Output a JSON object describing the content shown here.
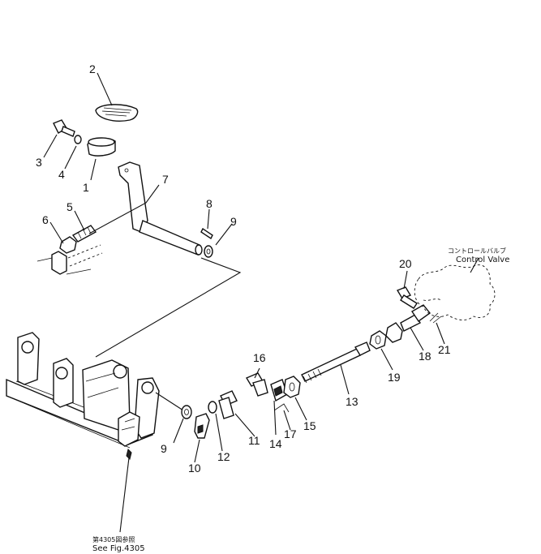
{
  "callouts": [
    {
      "id": "c1",
      "text": "1"
    },
    {
      "id": "c2",
      "text": "2"
    },
    {
      "id": "c3",
      "text": "3"
    },
    {
      "id": "c4",
      "text": "4"
    },
    {
      "id": "c5",
      "text": "5"
    },
    {
      "id": "c6",
      "text": "6"
    },
    {
      "id": "c7",
      "text": "7"
    },
    {
      "id": "c8",
      "text": "8"
    },
    {
      "id": "c9a",
      "text": "9"
    },
    {
      "id": "c9b",
      "text": "9"
    },
    {
      "id": "c10",
      "text": "10"
    },
    {
      "id": "c11",
      "text": "11"
    },
    {
      "id": "c12",
      "text": "12"
    },
    {
      "id": "c13",
      "text": "13"
    },
    {
      "id": "c14",
      "text": "14"
    },
    {
      "id": "c15",
      "text": "15"
    },
    {
      "id": "c16",
      "text": "16"
    },
    {
      "id": "c17",
      "text": "17"
    },
    {
      "id": "c18",
      "text": "18"
    },
    {
      "id": "c19",
      "text": "19"
    },
    {
      "id": "c20",
      "text": "20"
    },
    {
      "id": "c21",
      "text": "21"
    }
  ],
  "labels": {
    "control_valve_jp": "コントロールバルブ",
    "control_valve_en": "Control Valve",
    "see_fig_jp": "第4305図参照",
    "see_fig_en": "See Fig.4305"
  }
}
